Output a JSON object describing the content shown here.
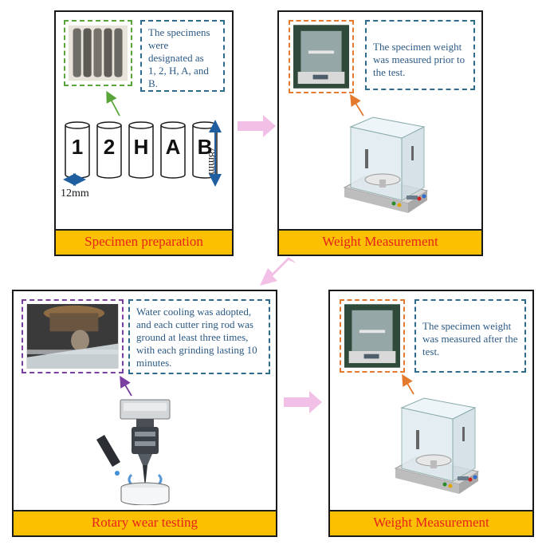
{
  "panels": {
    "specimen_prep": {
      "caption": "Specimen preparation",
      "note": "The specimens were designated as 1, 2, H, A, and B.",
      "labels": [
        "1",
        "2",
        "H",
        "A",
        "B"
      ],
      "diameter": "12mm",
      "length": "78mm"
    },
    "weight_before": {
      "caption": "Weight Measurement",
      "note": "The specimen weight was measured prior to the test."
    },
    "rotary": {
      "caption": "Rotary wear testing",
      "note": "Water cooling was adopted, and each cutter ring rod was ground at least three times, with each grinding lasting 10 minutes."
    },
    "weight_after": {
      "caption": "Weight Measurement",
      "note": "The specimen weight was measured after the test."
    }
  },
  "colors": {
    "caption_bg": "#fcc000",
    "caption_text": "#e8211d",
    "note_border": "#2f6b8c",
    "photo_frame_green": "#59a53a",
    "photo_frame_orange": "#e37a2d",
    "photo_frame_purple": "#7a3fa0",
    "flow_arrow": "#f2c0e6",
    "dimension_arrow": "#1f5fa0"
  }
}
